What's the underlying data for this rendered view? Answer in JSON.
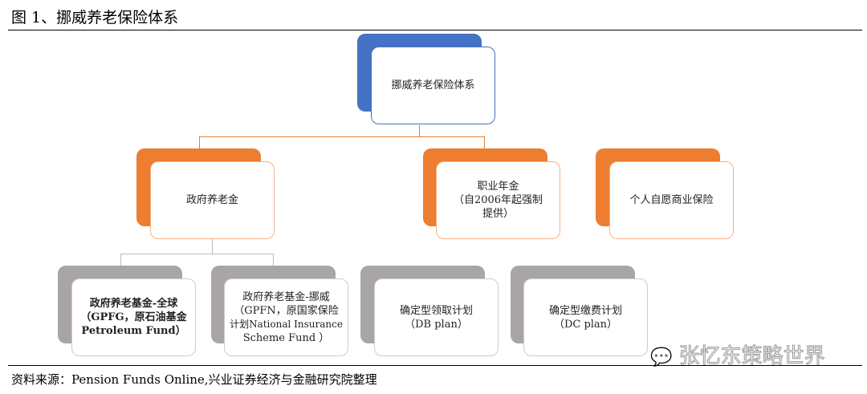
{
  "title": "图 1、挪威养老保险体系",
  "colors": {
    "level1": "#4472c4",
    "level2": "#ed7d31",
    "level3": "#aaa5a5"
  },
  "root": "挪威养老保险体系",
  "level2": [
    {
      "lines": [
        "政府养老金"
      ]
    },
    {
      "lines": [
        "职业年金",
        "（自2006年起强制",
        "提供）"
      ]
    },
    {
      "lines": [
        "个人自愿商业保险"
      ]
    }
  ],
  "level3": [
    {
      "lines": [
        "政府养老基金-全球",
        "（GPFG，原石油基金",
        "Petroleum Fund）"
      ]
    },
    {
      "lines": [
        "政府养老基金-挪威",
        "（GPFN，原国家保险",
        "计划National Insurance",
        "Scheme Fund ）"
      ]
    },
    {
      "lines": [
        "确定型领取计划",
        "（DB plan）"
      ]
    },
    {
      "lines": [
        "确定型缴费计划",
        "（DC plan）"
      ]
    }
  ],
  "watermark": "张忆东策略世界",
  "source": "资料来源：Pension Funds Online,兴业证券经济与金融研究院整理"
}
